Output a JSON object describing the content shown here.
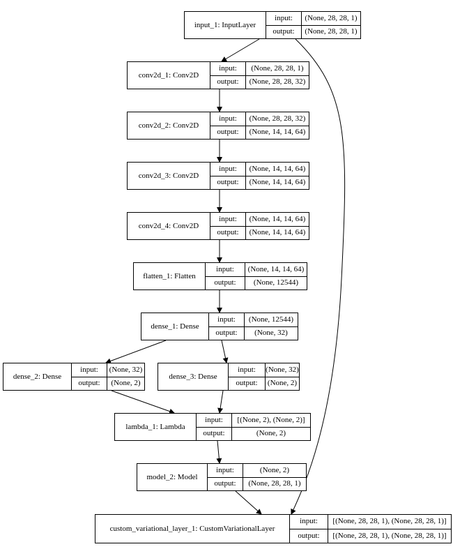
{
  "io_labels": {
    "input": "input:",
    "output": "output:"
  },
  "nodes": [
    {
      "id": "input_1",
      "name": "input_1: InputLayer",
      "input": "(None, 28, 28, 1)",
      "output": "(None, 28, 28, 1)"
    },
    {
      "id": "conv2d_1",
      "name": "conv2d_1: Conv2D",
      "input": "(None, 28, 28, 1)",
      "output": "(None, 28, 28, 32)"
    },
    {
      "id": "conv2d_2",
      "name": "conv2d_2: Conv2D",
      "input": "(None, 28, 28, 32)",
      "output": "(None, 14, 14, 64)"
    },
    {
      "id": "conv2d_3",
      "name": "conv2d_3: Conv2D",
      "input": "(None, 14, 14, 64)",
      "output": "(None, 14, 14, 64)"
    },
    {
      "id": "conv2d_4",
      "name": "conv2d_4: Conv2D",
      "input": "(None, 14, 14, 64)",
      "output": "(None, 14, 14, 64)"
    },
    {
      "id": "flatten_1",
      "name": "flatten_1: Flatten",
      "input": "(None, 14, 14, 64)",
      "output": "(None, 12544)"
    },
    {
      "id": "dense_1",
      "name": "dense_1: Dense",
      "input": "(None, 12544)",
      "output": "(None, 32)"
    },
    {
      "id": "dense_2",
      "name": "dense_2: Dense",
      "input": "(None, 32)",
      "output": "(None, 2)"
    },
    {
      "id": "dense_3",
      "name": "dense_3: Dense",
      "input": "(None, 32)",
      "output": "(None, 2)"
    },
    {
      "id": "lambda_1",
      "name": "lambda_1: Lambda",
      "input": "[(None, 2), (None, 2)]",
      "output": "(None, 2)"
    },
    {
      "id": "model_2",
      "name": "model_2: Model",
      "input": "(None, 2)",
      "output": "(None, 28, 28, 1)"
    },
    {
      "id": "custom_variational_layer_1",
      "name": "custom_variational_layer_1: CustomVariationalLayer",
      "input": "[(None, 28, 28, 1), (None, 28, 28, 1)]",
      "output": "[(None, 28, 28, 1), (None, 28, 28, 1)]"
    }
  ],
  "edges": [
    [
      "input_1",
      "conv2d_1"
    ],
    [
      "conv2d_1",
      "conv2d_2"
    ],
    [
      "conv2d_2",
      "conv2d_3"
    ],
    [
      "conv2d_3",
      "conv2d_4"
    ],
    [
      "conv2d_4",
      "flatten_1"
    ],
    [
      "flatten_1",
      "dense_1"
    ],
    [
      "dense_1",
      "dense_2"
    ],
    [
      "dense_1",
      "dense_3"
    ],
    [
      "dense_2",
      "lambda_1"
    ],
    [
      "dense_3",
      "lambda_1"
    ],
    [
      "lambda_1",
      "model_2"
    ],
    [
      "model_2",
      "custom_variational_layer_1"
    ],
    [
      "input_1",
      "custom_variational_layer_1"
    ]
  ]
}
